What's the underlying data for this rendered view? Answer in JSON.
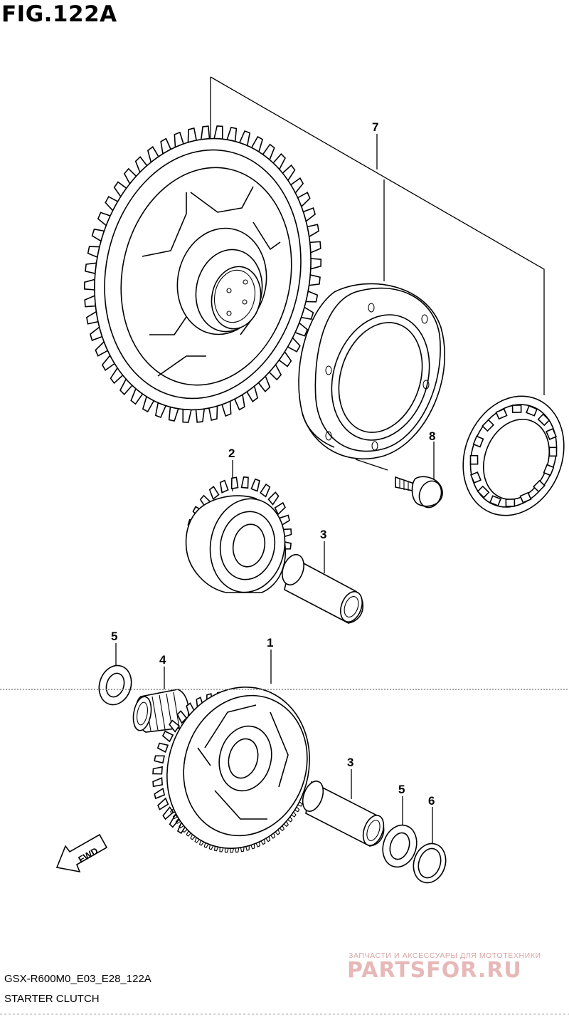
{
  "figure": {
    "title": "FIG.122A"
  },
  "footer": {
    "model_code": "GSX-R600M0_E03_E28_122A",
    "section_name": "STARTER CLUTCH"
  },
  "watermark": {
    "tagline": "ЗАПЧАСТИ И АКСЕССУАРЫ ДЛЯ МОТОТЕХНИКИ",
    "logo": "PARTSFOR.RU",
    "color": "#e6b8b8"
  },
  "direction": {
    "arrow_label": "FWD"
  },
  "callouts": {
    "c7": "7",
    "c8": "8",
    "c2": "2",
    "c3a": "3",
    "c5a": "5",
    "c4": "4",
    "c1": "1",
    "c3b": "3",
    "c5b": "5",
    "c6": "6"
  },
  "icons": {
    "arrow": "fwd-arrow-icon"
  }
}
